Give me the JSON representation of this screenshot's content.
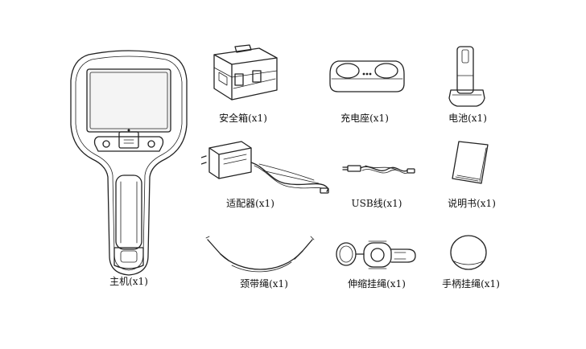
{
  "items": [
    {
      "id": "main-unit",
      "label": "主机(x1)",
      "icon": "thermal-camera-icon"
    },
    {
      "id": "safety-box",
      "label": "安全箱(x1)",
      "icon": "safety-case-icon"
    },
    {
      "id": "charging-dock",
      "label": "充电座(x1)",
      "icon": "charging-dock-icon"
    },
    {
      "id": "battery",
      "label": "电池(x1)",
      "icon": "battery-icon"
    },
    {
      "id": "adapter",
      "label": "适配器(x1)",
      "icon": "power-adapter-icon"
    },
    {
      "id": "usb-cable",
      "label": "USB线(x1)",
      "icon": "usb-cable-icon"
    },
    {
      "id": "manual",
      "label": "说明书(x1)",
      "icon": "manual-booklet-icon"
    },
    {
      "id": "neck-strap",
      "label": "颈带绳(x1)",
      "icon": "neck-strap-icon"
    },
    {
      "id": "retractable-lanyard",
      "label": "伸缩挂绳(x1)",
      "icon": "retractable-lanyard-icon"
    },
    {
      "id": "wrist-strap",
      "label": "手柄挂绳(x1)",
      "icon": "wrist-strap-icon"
    }
  ]
}
